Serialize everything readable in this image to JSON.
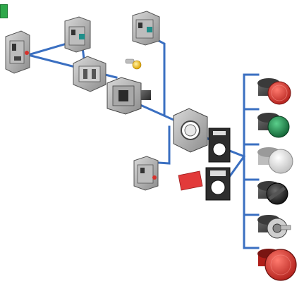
{
  "diagram": {
    "accent_color": "#2ea84a",
    "connector_color": "#3a6fc1",
    "plate_red_color": "#e23a3a",
    "icons": [
      "contact-block-icon",
      "mounting-collar-icon",
      "led-lamp-icon",
      "legend-plate-icon",
      "flush-pushbutton-icon",
      "projecting-pushbutton-icon",
      "illuminated-pushbutton-icon",
      "selector-switch-icon",
      "key-switch-icon",
      "emergency-stop-icon"
    ],
    "buttons": [
      {
        "name": "red-flush-pushbutton",
        "color": "#d6322d"
      },
      {
        "name": "green-flush-pushbutton",
        "color": "#1f8a4c"
      },
      {
        "name": "white-illuminated-pushbutton",
        "color": "#f2f2f2"
      },
      {
        "name": "black-selector-switch",
        "color": "#2b2b2b"
      },
      {
        "name": "key-selector-switch",
        "color": "#3a3a3a"
      },
      {
        "name": "red-emergency-stop-mushroom",
        "color": "#d6322d"
      }
    ]
  }
}
